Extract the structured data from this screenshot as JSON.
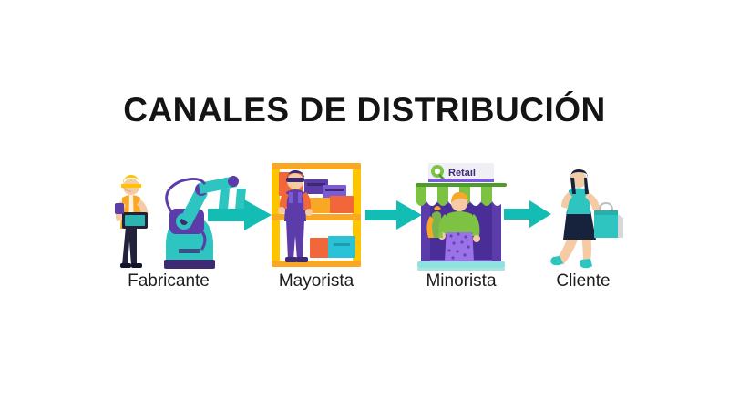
{
  "page": {
    "background_color": "#ffffff",
    "title": "CANALES DE DISTRIBUCIÓN"
  },
  "theme": {
    "arrow_color": "#14BDB4",
    "teal": "#2EC4C0",
    "teal_dark": "#0FA8A2",
    "purple": "#5B3CA8",
    "purple_dark": "#3D2A73",
    "purple_light": "#7B5BD6",
    "orange": "#F2673A",
    "amber": "#F9A825",
    "yellow": "#FFC400",
    "green": "#7DC242",
    "green_dark": "#4E9B2E",
    "navy": "#17233D",
    "text_color": "#1c1c1c",
    "title_color": "#141414"
  },
  "flow": {
    "stages": [
      {
        "id": "fabricante",
        "label": "Fabricante",
        "icon": "factory-robot-worker-icon",
        "description": "Operario con casco y tablet junto a un brazo robótico industrial"
      },
      {
        "id": "mayorista",
        "label": "Mayorista",
        "icon": "warehouse-shelf-worker-icon",
        "description": "Operario de almacén frente a una estantería con cajas"
      },
      {
        "id": "minorista",
        "label": "Minorista",
        "icon": "retail-storefront-icon",
        "description": "Tienda minorista con toldo a rayas y dependiente",
        "sign_text": "Retail"
      },
      {
        "id": "cliente",
        "label": "Cliente",
        "icon": "shopper-customer-icon",
        "description": "Clienta caminando con una bolsa de compras"
      }
    ],
    "arrows": [
      {
        "id": "arrow-fabricante-mayorista",
        "icon": "arrow-right-icon"
      },
      {
        "id": "arrow-mayorista-minorista",
        "icon": "arrow-right-icon"
      },
      {
        "id": "arrow-minorista-cliente",
        "icon": "arrow-right-icon"
      }
    ]
  }
}
